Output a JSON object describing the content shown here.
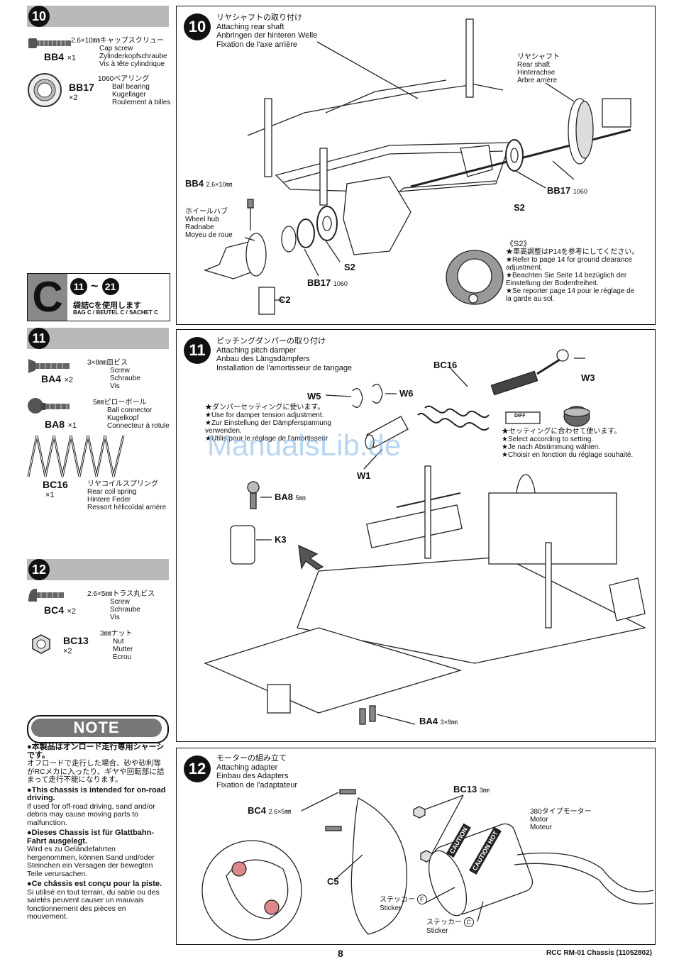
{
  "left_col": {
    "step10": {
      "num": "10",
      "parts": [
        {
          "code": "BB4",
          "qty": "×1",
          "lines": [
            "2.6×10㎜キャップスクリュー",
            "Cap screw",
            "Zylinderkopfschraube",
            "Vis à tête cylindrique"
          ]
        },
        {
          "code": "BB17",
          "qty": "×2",
          "lines": [
            "1060ベアリング",
            "Ball bearing",
            "Kugellager",
            "Roulement à billes"
          ]
        }
      ]
    },
    "bag": {
      "letter": "C",
      "range_start": "11",
      "range_sep": "~",
      "range_end": "21",
      "jp": "袋詰Cを使用します",
      "label": "BAG C / BEUTEL C / SACHET C"
    },
    "step11": {
      "num": "11",
      "parts": [
        {
          "code": "BA4",
          "qty": "×2",
          "lines": [
            "3×8㎜皿ビス",
            "Screw",
            "Schraube",
            "Vis"
          ]
        },
        {
          "code": "BA8",
          "qty": "×1",
          "lines": [
            "5㎜ピローボール",
            "Ball connector",
            "Kugelkopf",
            "Connecteur à rotule"
          ]
        },
        {
          "code": "BC16",
          "qty": "×1",
          "lines": [
            "リヤコイルスプリング",
            "Rear coil spring",
            "Hintere Feder",
            "Ressort hélicoïdal arrière"
          ]
        }
      ]
    },
    "step12": {
      "num": "12",
      "parts": [
        {
          "code": "BC4",
          "qty": "×2",
          "lines": [
            "2.6×5㎜トラス丸ビス",
            "Screw",
            "Schraube",
            "Vis"
          ]
        },
        {
          "code": "BC13",
          "qty": "×2",
          "lines": [
            "3㎜ナット",
            "Nut",
            "Mutter",
            "Ecrou"
          ]
        }
      ]
    },
    "note": {
      "title": "NOTE",
      "items": [
        {
          "bold": "●本製品はオンロード走行専用シャーシです。",
          "text": "オフロードで走行した場合、砂や砂利等がRCメカに入ったり、ギヤや回転部に詰まって走行不能になります。"
        },
        {
          "bold": "●This chassis is intended for on-road driving.",
          "text": "If used for off-road driving, sand and/or debris may cause moving parts to malfunction."
        },
        {
          "bold": "●Dieses Chassis ist für Glattbahn-Fahrt ausgelegt.",
          "text": "Wird es zu Geländefahrten hergenommen, können Sand und/oder Steinchen ein Versagen der bewegten Teile verursachen."
        },
        {
          "bold": "●Ce châssis est conçu pour la piste.",
          "text": "Si utilisé en tout terrain, du sable ou des saletés peuvent causer un mauvais fonctionnement des pièces en mouvement."
        }
      ]
    }
  },
  "panels": {
    "p10": {
      "num": "10",
      "title": [
        "リヤシャフトの取り付け",
        "Attaching rear shaft",
        "Anbringen der hinteren Welle",
        "Fixation de l'axe arrière"
      ],
      "rear_shaft": [
        "リヤシャフト",
        "Rear shaft",
        "Hinterachse",
        "Arbre arrière"
      ],
      "wheel_hub": [
        "ホイールハブ",
        "Wheel hub",
        "Radnabe",
        "Moyeu de roue"
      ],
      "bb4": "BB4",
      "bb4_size": "2.6×10㎜",
      "bb17": "BB17",
      "bb17_size": "1060",
      "s2": "S2",
      "c2": "C2",
      "s2_note_title": "《S2》",
      "s2_note": [
        "★車高調整はP14を参考にしてください。",
        "★Refer to page 14 for ground clearance",
        "adjustment.",
        "★Beachten Sie Seite 14 bezüglich der",
        "Einstellung der Bodenfreiheit.",
        "★Se reporter page 14 pour le réglage de",
        "la garde au sol."
      ]
    },
    "p11": {
      "num": "11",
      "title": [
        "ピッチングダンパーの取り付け",
        "Attaching pitch damper",
        "Anbau des Längsdämpfers",
        "Installation de l'amortisseur de tangage"
      ],
      "bc16": "BC16",
      "w3": "W3",
      "w5": "W5",
      "w6": "W6",
      "w1": "W1",
      "ba8": "BA8",
      "ba8_size": "5㎜",
      "k3": "K3",
      "ba4": "BA4",
      "ba4_size": "3×8㎜",
      "damper_note": [
        "★ダンパーセッティングに使います。",
        "★Use for damper tension adjustment.",
        "★Zur Einstellung der Dämpferspannung",
        "verwenden.",
        "★Utilis  pour le réglage de l'amortisseur"
      ],
      "setting_note": [
        "★セッティングに合わせて使います。",
        "★Select according to setting.",
        "★Je nach Abstimmung wählen.",
        "★Choisir en fonction du réglage souhaité."
      ],
      "tube_label": "DIFF"
    },
    "p12": {
      "num": "12",
      "title": [
        "モーターの組み立て",
        "Attaching adapter",
        "Einbau des Adapters",
        "Fixation de l'adaptateur"
      ],
      "bc4": "BC4",
      "bc4_size": "2.6×5㎜",
      "bc13": "BC13",
      "bc13_size": "3㎜",
      "c5": "C5",
      "motor": [
        "380タイプモーター",
        "Motor",
        "Moteur"
      ],
      "sticker_f": [
        "ステッカー",
        "Sticker"
      ],
      "sticker_f_letter": "F",
      "sticker_c": [
        "ステッカー",
        "Sticker"
      ],
      "sticker_c_letter": "C",
      "caution1": "CAUTION",
      "caution2": "CAUTION",
      "hot": "HOT"
    }
  },
  "watermark": "ManualsLib.de",
  "footer": {
    "page": "8",
    "model": "RCC RM-01 Chassis (11052802)"
  }
}
